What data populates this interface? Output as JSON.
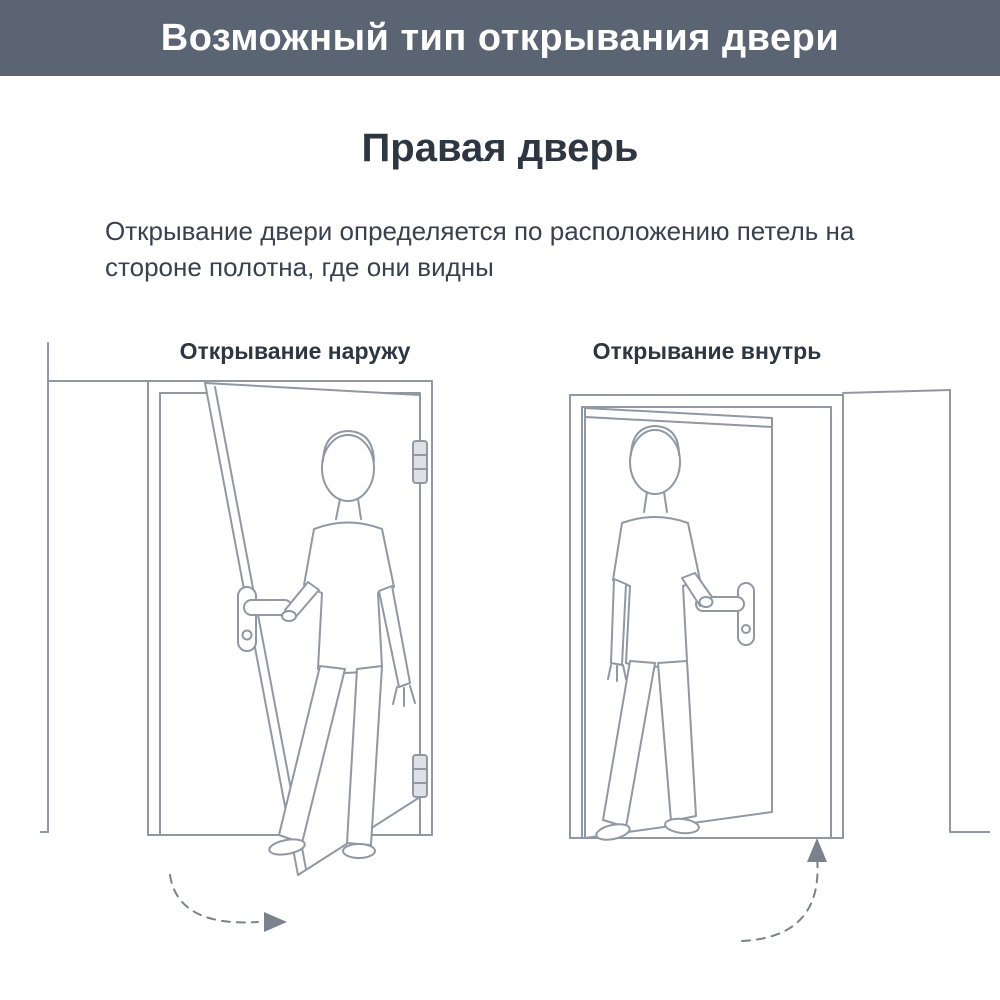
{
  "colors": {
    "header_bg": "#5a6472",
    "header_text": "#ffffff",
    "heading_text": "#2e3642",
    "body_text": "#39414e",
    "line_art": "#9098a3",
    "arrow": "#7b828d"
  },
  "header": {
    "title": "Возможный тип открывания двери"
  },
  "content": {
    "title": "Правая дверь",
    "description": "Открывание двери определяется по расположению петель на стороне полотна, где они видны"
  },
  "diagrams": {
    "outward": {
      "label": "Открывание наружу"
    },
    "inward": {
      "label": "Открывание внутрь"
    }
  }
}
